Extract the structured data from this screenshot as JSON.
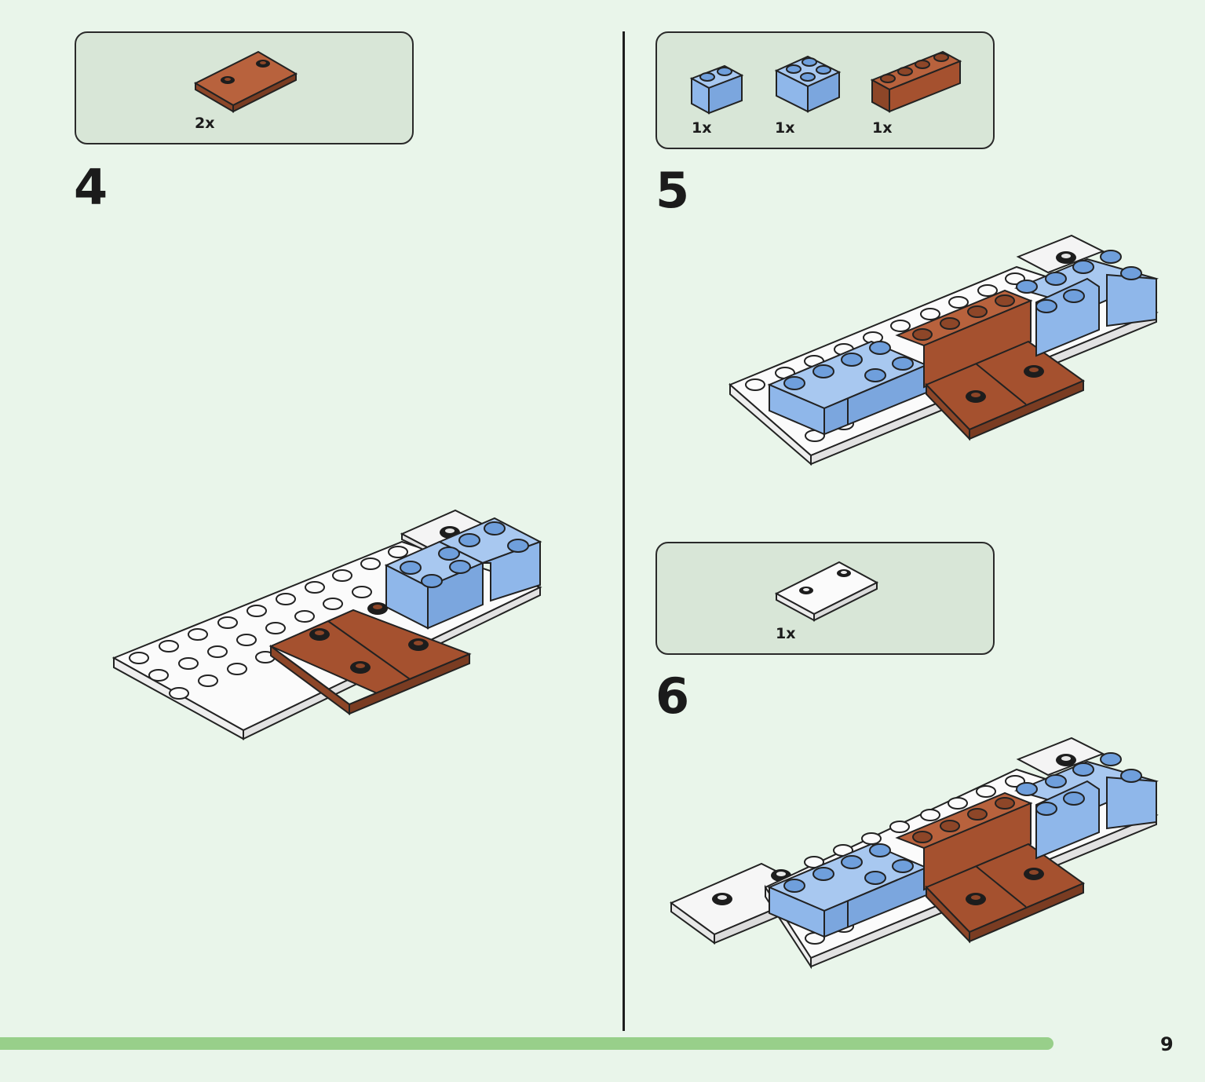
{
  "colors": {
    "brown": "#a5512f",
    "blue": "#8fb7ea",
    "white": "#fbfbfb",
    "stud_black": "#1d1d1d"
  },
  "steps": [
    {
      "number": "4",
      "parts": [
        {
          "icon": "brown-plate-1x2-icon",
          "qty": "2x"
        }
      ]
    },
    {
      "number": "5",
      "parts": [
        {
          "icon": "blue-brick-1x2-icon",
          "qty": "1x"
        },
        {
          "icon": "blue-brick-2x2-icon",
          "qty": "1x"
        },
        {
          "icon": "brown-brick-1x4-icon",
          "qty": "1x"
        }
      ]
    },
    {
      "number": "6",
      "parts": [
        {
          "icon": "white-plate-1x2-icon",
          "qty": "1x"
        }
      ]
    }
  ],
  "footer": {
    "page_number": "9",
    "progress": 0.935
  }
}
